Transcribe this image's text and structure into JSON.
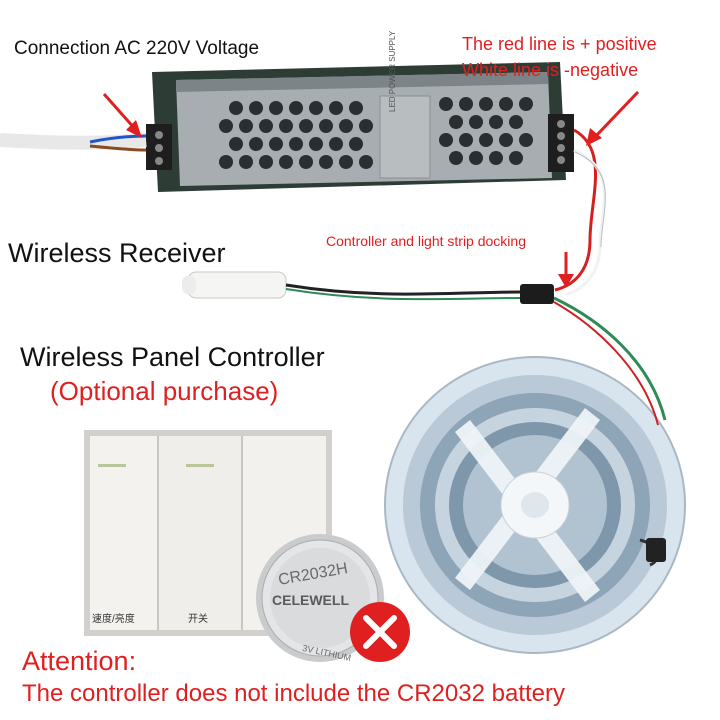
{
  "labels": {
    "connection": "Connection AC 220V Voltage",
    "red_line": "The red line is + positive",
    "white_line": "White line is -negative",
    "docking": "Controller and light strip docking",
    "wireless_receiver": "Wireless Receiver",
    "wireless_panel": "Wireless Panel Controller",
    "optional": "(Optional purchase)",
    "attention": "Attention:",
    "attention_text": "The controller does not include the CR2032 battery"
  },
  "switch_panel": {
    "button_left": "速度/亮度",
    "button_mid": "开关"
  },
  "battery": {
    "model": "CR2032H",
    "brand": "CELEWELL",
    "type": "3V LITHIUM"
  },
  "psu": {
    "label": "LED POWER SUPPLY"
  },
  "colors": {
    "accent_red": "#e02020",
    "text_dark": "#111111"
  }
}
